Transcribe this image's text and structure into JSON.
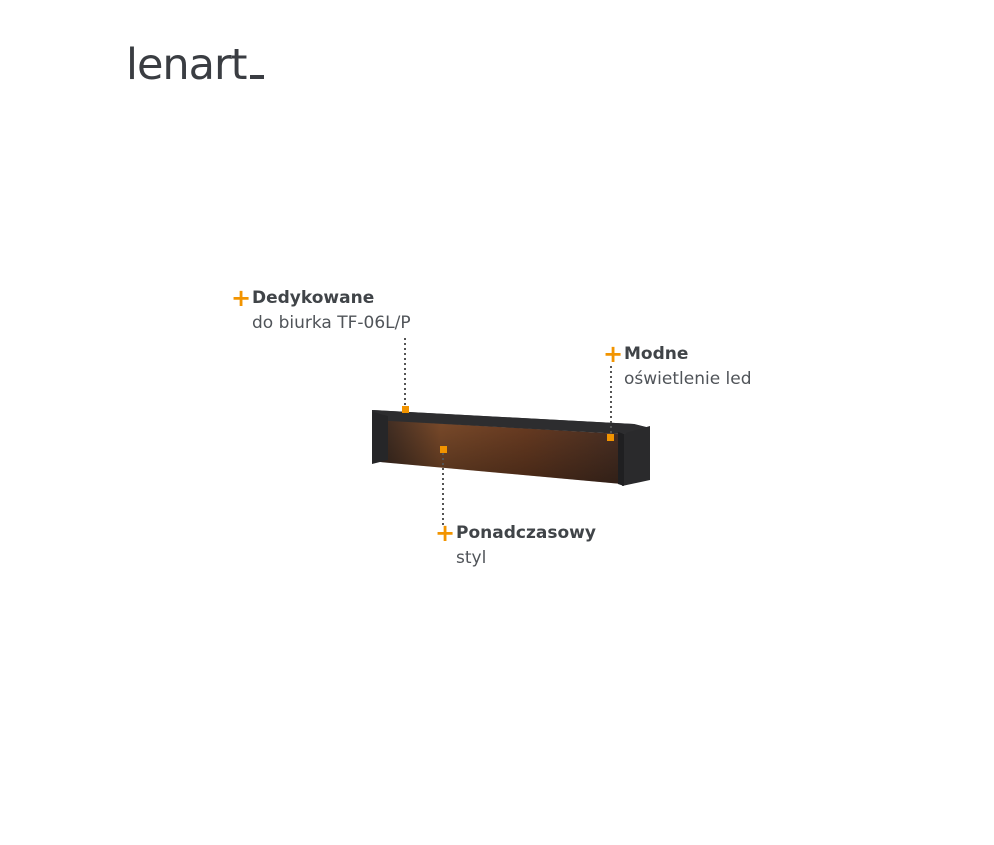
{
  "brand": {
    "logo_text": "lenart"
  },
  "callouts": {
    "dedykowane": {
      "title": "Dedykowane",
      "subtitle": "do biurka TF-06L/P"
    },
    "modne": {
      "title": "Modne",
      "subtitle": "oświetlenie led"
    },
    "ponadczasowy": {
      "title": "Ponadczasowy",
      "subtitle": "styl"
    }
  },
  "colors": {
    "accent": "#f29400",
    "text": "#404448",
    "furniture_dark": "#2b2b2d",
    "led_glow": "#7a4a2a"
  },
  "icons": {
    "callout_marker": "plus-icon"
  }
}
